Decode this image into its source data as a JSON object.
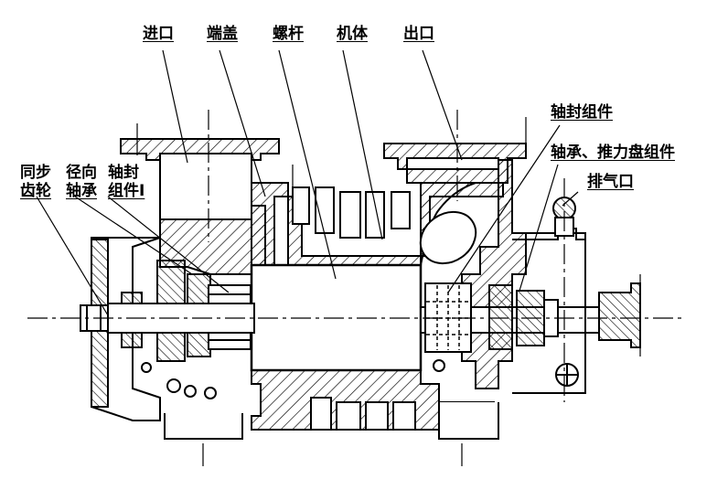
{
  "labels": {
    "inlet": "进口",
    "end_cover": "端盖",
    "screw": "螺杆",
    "body": "机体",
    "outlet": "出口",
    "shaft_seal_assembly": "轴封组件",
    "bearing_thrust_assembly": "轴承、推力盘组件",
    "exhaust_port": "排气口",
    "sync_line1": "同步",
    "sync_line2": "齿轮",
    "radial_line1": "径向",
    "radial_line2": "轴承",
    "seal1_line1": "轴封",
    "seal1_line2": "组件I"
  }
}
